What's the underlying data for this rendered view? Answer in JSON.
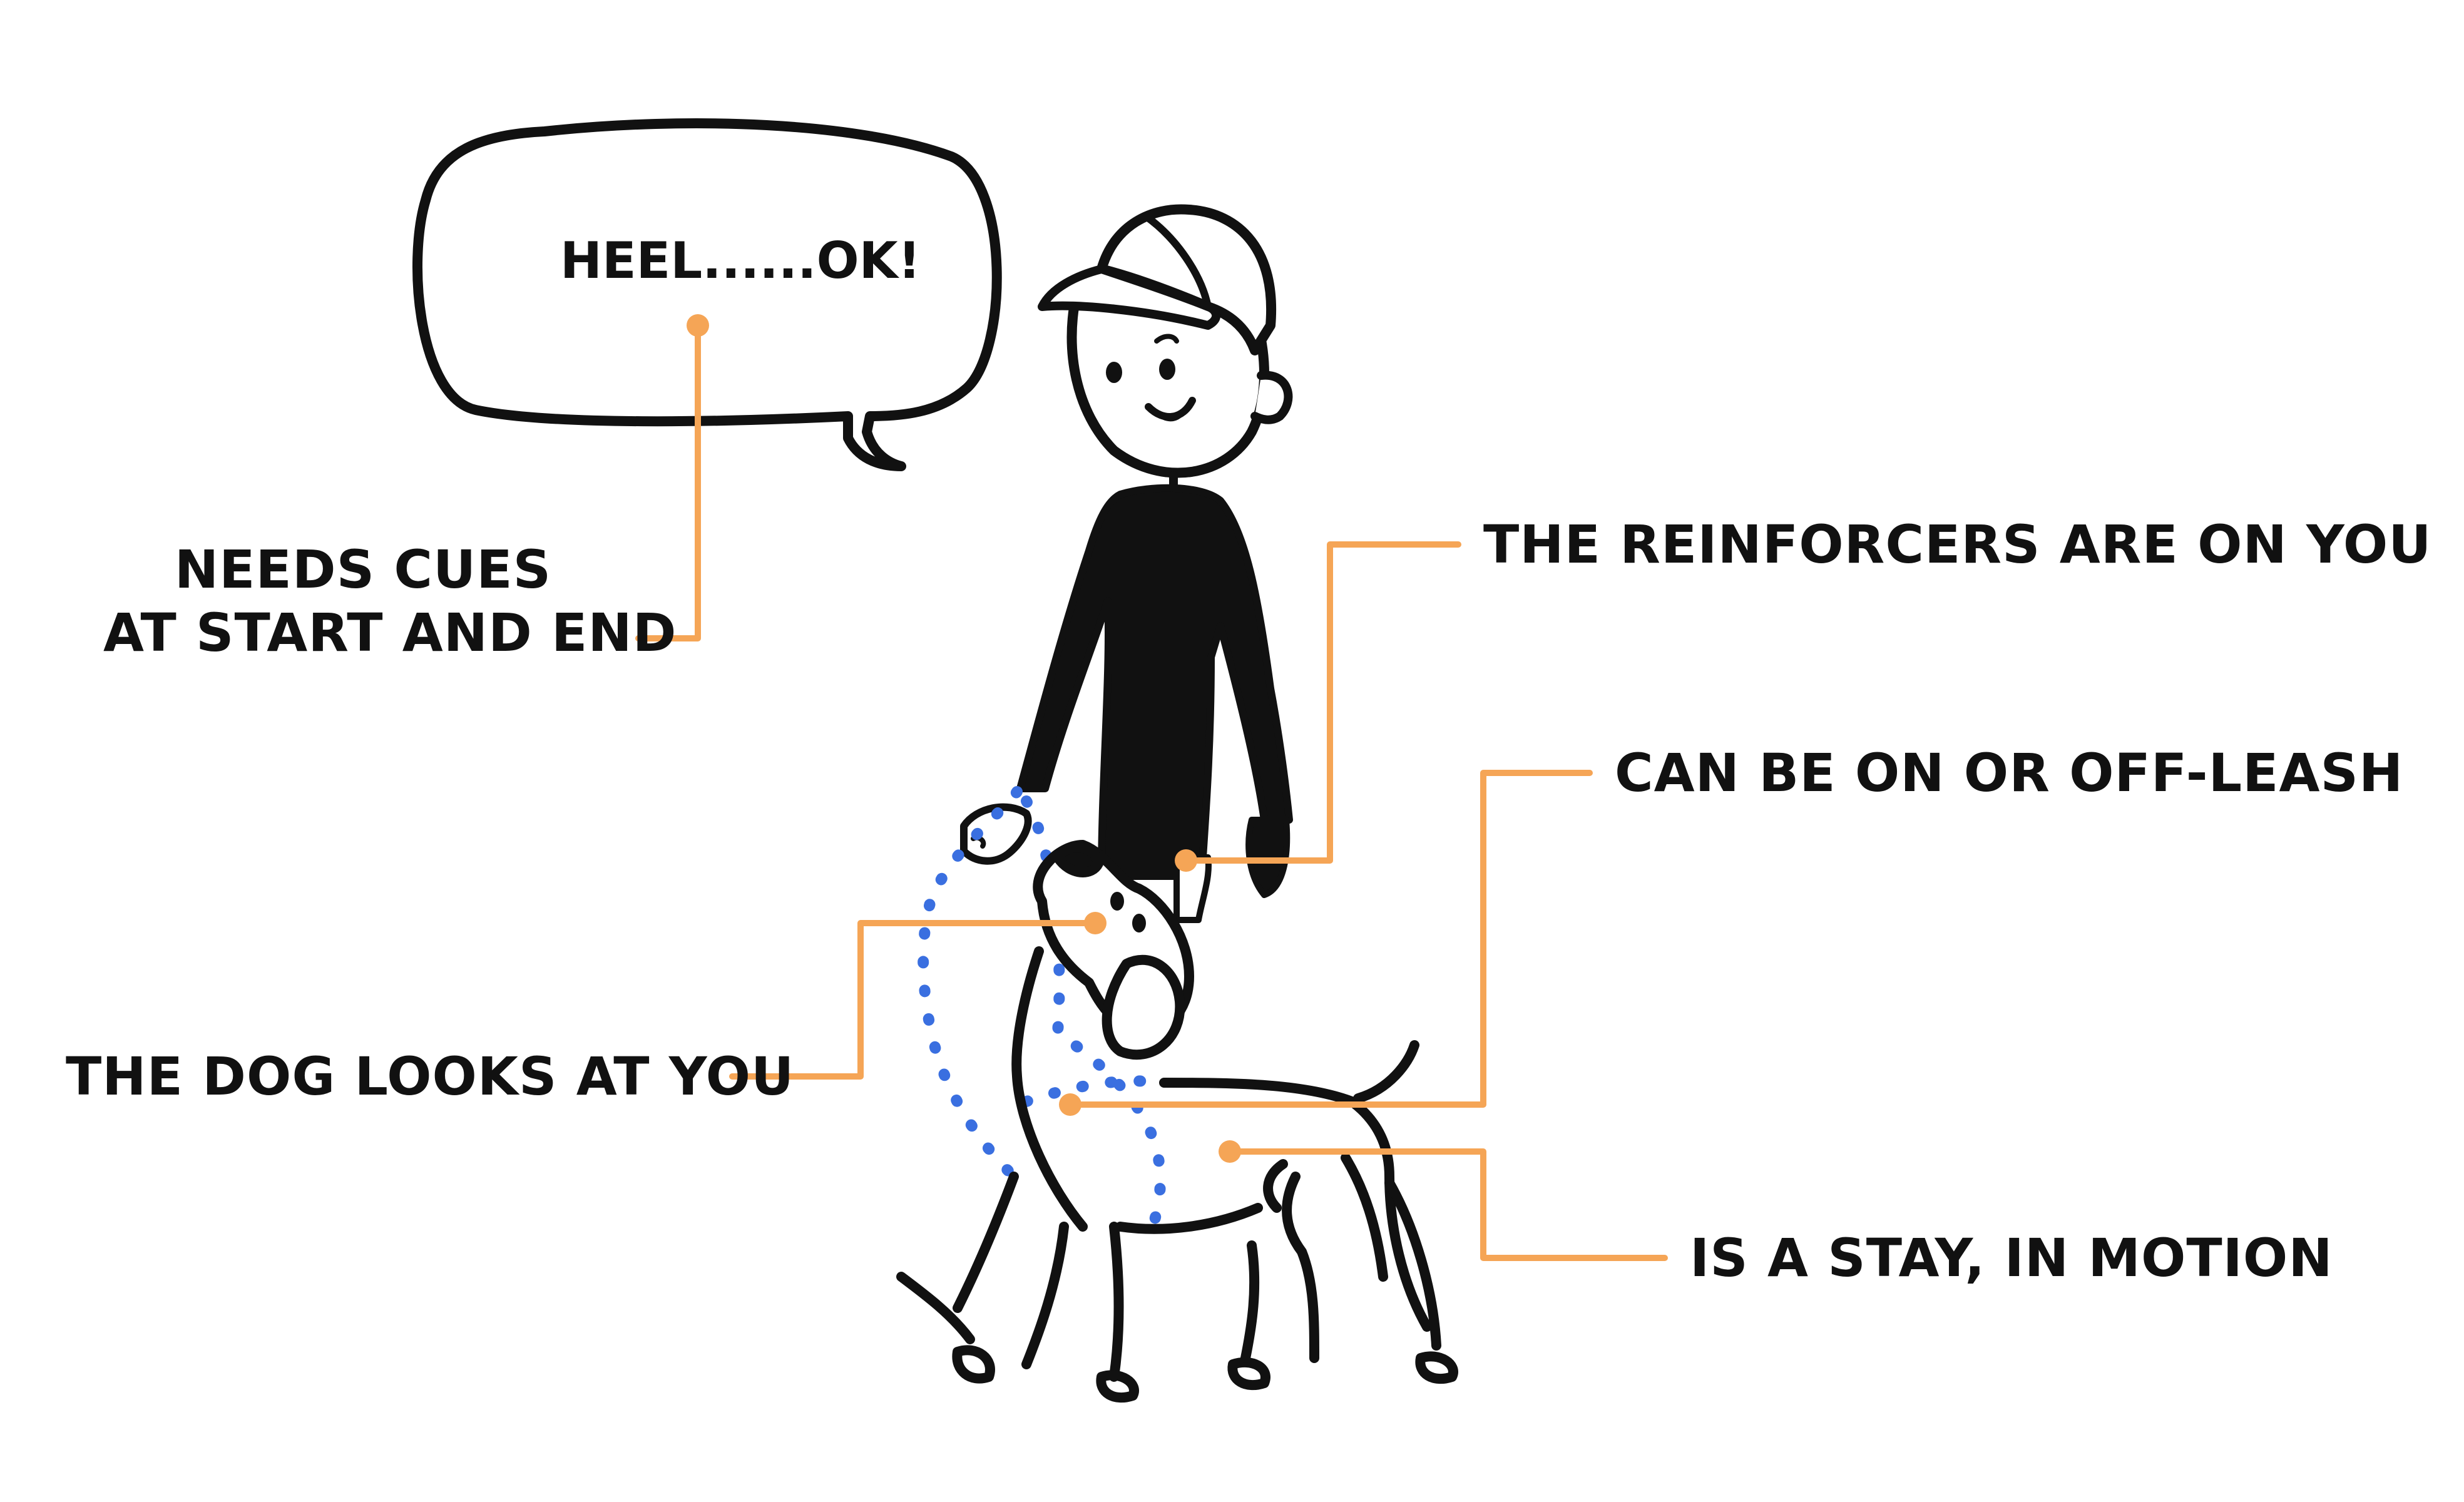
{
  "speech_bubble": {
    "text": "HEEL......OK!"
  },
  "callouts": {
    "cues": {
      "line1": "NEEDS CUES",
      "line2": "AT START AND END"
    },
    "reinforcers": "THE REINFORCERS ARE ON YOU",
    "leash": "CAN BE ON OR OFF-LEASH",
    "looks": "THE DOG LOOKS AT YOU",
    "stay": "IS A STAY, IN MOTION"
  },
  "colors": {
    "leader_line": "#F5A556",
    "leash_dots": "#3A6FE0",
    "ink": "#111111"
  }
}
